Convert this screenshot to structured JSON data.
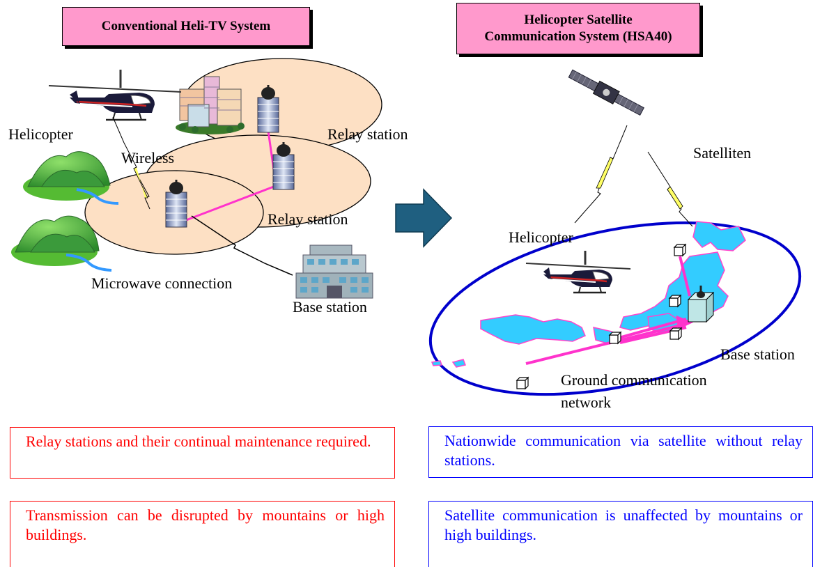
{
  "left_title": "Conventional Heli-TV System",
  "right_title_line1": "Helicopter Satellite",
  "right_title_line2": "Communication System (HSA40)",
  "left_labels": {
    "helicopter": "Helicopter",
    "wireless": "Wireless",
    "relay_station_top": "Relay station",
    "relay_station_mid": "Relay station",
    "microwave": "Microwave connection",
    "base_station": "Base station"
  },
  "right_labels": {
    "satellite": "Satelliten",
    "helicopter": "Helicopter",
    "base_station": "Base station",
    "ground_network_line1": "Ground communication",
    "ground_network_line2": "network"
  },
  "notes": {
    "left_1": "Relay stations and their continual maintenance required.",
    "left_2": "Transmission can be disrupted by mountains or high buildings.",
    "right_1": "Nationwide communication via satellite without relay stations.",
    "right_2": "Satellite communication is unaffected by mountains or high buildings."
  },
  "colors": {
    "title_fill": "#ff99cc",
    "cell_fill": "#fde0c4",
    "arrow_fill": "#1f5f80",
    "japan_fill": "#33ccff",
    "oval_stroke": "#0000cc",
    "link_color": "#ff33cc",
    "lightning": "#ffff66",
    "left_note_color": "#ff0000",
    "right_note_color": "#0000ff"
  }
}
